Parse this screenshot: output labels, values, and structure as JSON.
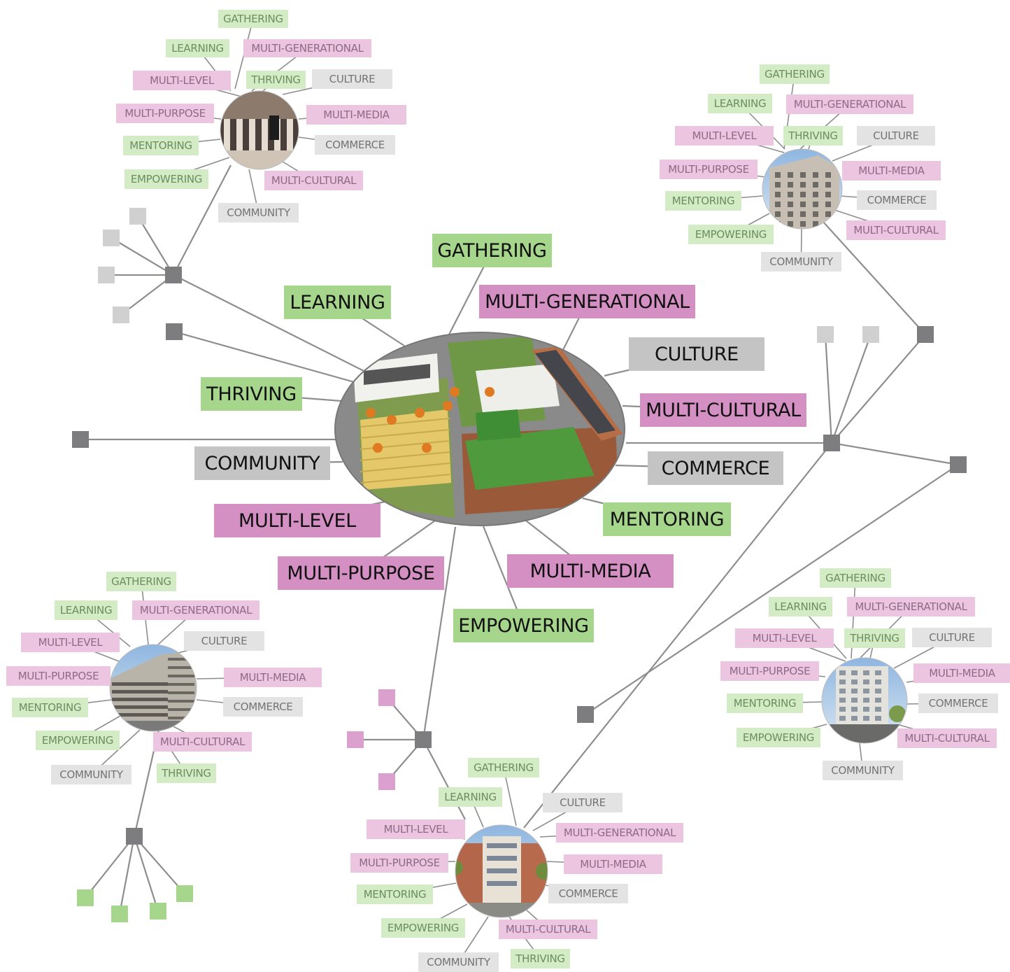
{
  "hubs": [
    {
      "id": "main",
      "photo": "aerial-site-model",
      "labels": [
        {
          "text": "GATHERING",
          "color": "green"
        },
        {
          "text": "LEARNING",
          "color": "green"
        },
        {
          "text": "MULTI-GENERATIONAL",
          "color": "pink"
        },
        {
          "text": "CULTURE",
          "color": "gray"
        },
        {
          "text": "THRIVING",
          "color": "green"
        },
        {
          "text": "MULTI-CULTURAL",
          "color": "pink"
        },
        {
          "text": "COMMUNITY",
          "color": "gray"
        },
        {
          "text": "COMMERCE",
          "color": "gray"
        },
        {
          "text": "MULTI-LEVEL",
          "color": "pink"
        },
        {
          "text": "MENTORING",
          "color": "green"
        },
        {
          "text": "MULTI-PURPOSE",
          "color": "pink"
        },
        {
          "text": "MULTI-MEDIA",
          "color": "pink"
        },
        {
          "text": "EMPOWERING",
          "color": "green"
        }
      ]
    },
    {
      "id": "top-left",
      "photo": "colonnade-interior",
      "labels": [
        {
          "text": "GATHERING",
          "color": "green"
        },
        {
          "text": "LEARNING",
          "color": "green"
        },
        {
          "text": "MULTI-GENERATIONAL",
          "color": "pink"
        },
        {
          "text": "MULTI-LEVEL",
          "color": "pink"
        },
        {
          "text": "THRIVING",
          "color": "green"
        },
        {
          "text": "CULTURE",
          "color": "gray"
        },
        {
          "text": "MULTI-PURPOSE",
          "color": "pink"
        },
        {
          "text": "MULTI-MEDIA",
          "color": "pink"
        },
        {
          "text": "MENTORING",
          "color": "green"
        },
        {
          "text": "COMMERCE",
          "color": "gray"
        },
        {
          "text": "EMPOWERING",
          "color": "green"
        },
        {
          "text": "MULTI-CULTURAL",
          "color": "pink"
        },
        {
          "text": "COMMUNITY",
          "color": "gray"
        }
      ]
    },
    {
      "id": "top-right",
      "photo": "stone-building",
      "labels": [
        {
          "text": "GATHERING",
          "color": "green"
        },
        {
          "text": "LEARNING",
          "color": "green"
        },
        {
          "text": "MULTI-GENERATIONAL",
          "color": "pink"
        },
        {
          "text": "MULTI-LEVEL",
          "color": "pink"
        },
        {
          "text": "THRIVING",
          "color": "green"
        },
        {
          "text": "CULTURE",
          "color": "gray"
        },
        {
          "text": "MULTI-PURPOSE",
          "color": "pink"
        },
        {
          "text": "MULTI-MEDIA",
          "color": "pink"
        },
        {
          "text": "MENTORING",
          "color": "green"
        },
        {
          "text": "COMMERCE",
          "color": "gray"
        },
        {
          "text": "EMPOWERING",
          "color": "green"
        },
        {
          "text": "MULTI-CULTURAL",
          "color": "pink"
        },
        {
          "text": "COMMUNITY",
          "color": "gray"
        }
      ]
    },
    {
      "id": "bottom-left",
      "photo": "parking-structure",
      "labels": [
        {
          "text": "GATHERING",
          "color": "green"
        },
        {
          "text": "LEARNING",
          "color": "green"
        },
        {
          "text": "MULTI-GENERATIONAL",
          "color": "pink"
        },
        {
          "text": "MULTI-LEVEL",
          "color": "pink"
        },
        {
          "text": "CULTURE",
          "color": "gray"
        },
        {
          "text": "MULTI-PURPOSE",
          "color": "pink"
        },
        {
          "text": "MULTI-MEDIA",
          "color": "pink"
        },
        {
          "text": "MENTORING",
          "color": "green"
        },
        {
          "text": "COMMERCE",
          "color": "gray"
        },
        {
          "text": "EMPOWERING",
          "color": "green"
        },
        {
          "text": "MULTI-CULTURAL",
          "color": "pink"
        },
        {
          "text": "COMMUNITY",
          "color": "gray"
        },
        {
          "text": "THRIVING",
          "color": "green"
        }
      ]
    },
    {
      "id": "bottom-center",
      "photo": "campus-building",
      "labels": [
        {
          "text": "GATHERING",
          "color": "green"
        },
        {
          "text": "LEARNING",
          "color": "green"
        },
        {
          "text": "CULTURE",
          "color": "gray"
        },
        {
          "text": "MULTI-LEVEL",
          "color": "pink"
        },
        {
          "text": "MULTI-GENERATIONAL",
          "color": "pink"
        },
        {
          "text": "MULTI-PURPOSE",
          "color": "pink"
        },
        {
          "text": "MULTI-MEDIA",
          "color": "pink"
        },
        {
          "text": "MENTORING",
          "color": "green"
        },
        {
          "text": "COMMERCE",
          "color": "gray"
        },
        {
          "text": "EMPOWERING",
          "color": "green"
        },
        {
          "text": "MULTI-CULTURAL",
          "color": "pink"
        },
        {
          "text": "COMMUNITY",
          "color": "gray"
        },
        {
          "text": "THRIVING",
          "color": "green"
        }
      ]
    },
    {
      "id": "right",
      "photo": "apartment-tower",
      "labels": [
        {
          "text": "GATHERING",
          "color": "green"
        },
        {
          "text": "LEARNING",
          "color": "green"
        },
        {
          "text": "MULTI-GENERATIONAL",
          "color": "pink"
        },
        {
          "text": "MULTI-LEVEL",
          "color": "pink"
        },
        {
          "text": "THRIVING",
          "color": "green"
        },
        {
          "text": "CULTURE",
          "color": "gray"
        },
        {
          "text": "MULTI-PURPOSE",
          "color": "pink"
        },
        {
          "text": "MULTI-MEDIA",
          "color": "pink"
        },
        {
          "text": "MENTORING",
          "color": "green"
        },
        {
          "text": "COMMERCE",
          "color": "gray"
        },
        {
          "text": "EMPOWERING",
          "color": "green"
        },
        {
          "text": "MULTI-CULTURAL",
          "color": "pink"
        },
        {
          "text": "COMMUNITY",
          "color": "gray"
        }
      ]
    }
  ],
  "colors": {
    "connector": "#8e8e8e",
    "node": "#7d7d80",
    "green_strong": "#a6d68c",
    "pink_strong": "#d48fc3",
    "gray_strong": "#c4c4c4",
    "green_light": "#d4ecc6",
    "pink_light": "#ecc5e0",
    "gray_light": "#e3e3e3"
  }
}
